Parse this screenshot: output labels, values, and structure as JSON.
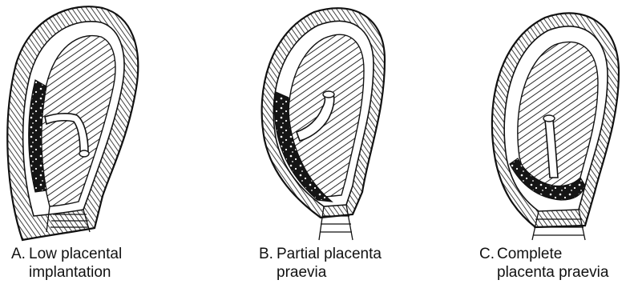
{
  "colors": {
    "ink": "#111111",
    "paper": "#ffffff",
    "placenta": "#151515"
  },
  "panels": [
    {
      "letter": "A.",
      "line1": "Low placental",
      "line2": "implantation",
      "icon": "uterus-low-placenta-illustration"
    },
    {
      "letter": "B.",
      "line1": "Partial placenta",
      "line2": "praevia",
      "icon": "uterus-partial-placenta-praevia-illustration"
    },
    {
      "letter": "C.",
      "line1": "Complete",
      "line2": "placenta praevia",
      "icon": "uterus-complete-placenta-praevia-illustration"
    }
  ]
}
